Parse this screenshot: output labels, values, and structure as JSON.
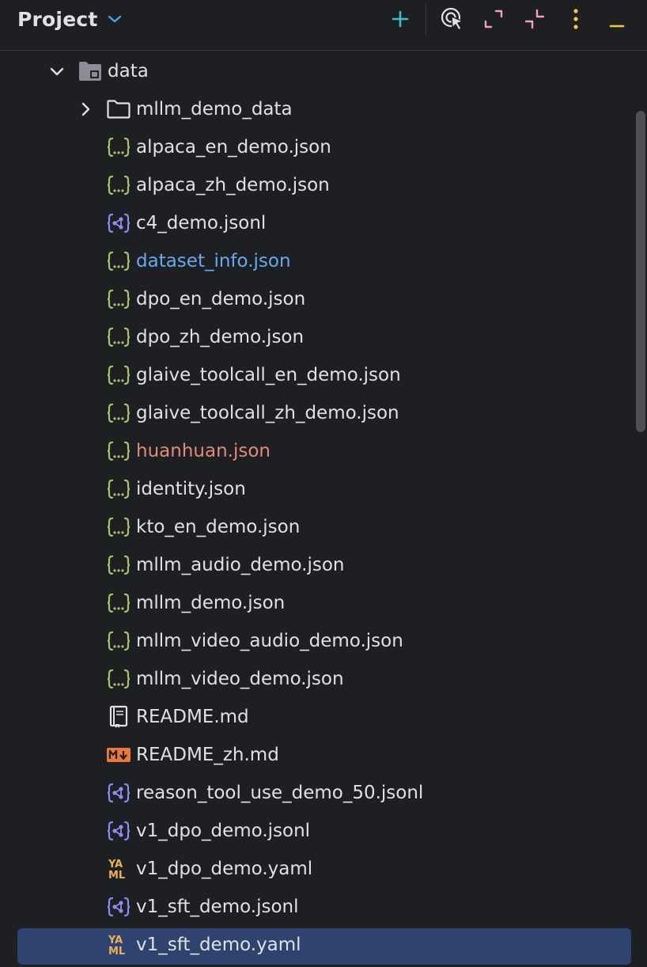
{
  "header": {
    "title": "Project",
    "icons": {
      "dropdown": "chevron-down-icon",
      "add": "plus-icon",
      "select_opened": "locate-file-icon",
      "expand_all": "expand-icon",
      "collapse_all": "collapse-icon",
      "options": "more-vertical-icon",
      "hide": "minimize-icon"
    },
    "colors": {
      "add": "#3fc1c9",
      "expand_collapse": "#f0a0c8",
      "options": "#f2c84b",
      "hide": "#f2c84b"
    }
  },
  "tree": {
    "root": {
      "label": "data",
      "expanded": true,
      "icon": "folder-data-icon"
    },
    "items": [
      {
        "label": "mllm_demo_data",
        "type": "folder",
        "expanded": false,
        "status": "normal"
      },
      {
        "label": "alpaca_en_demo.json",
        "type": "json",
        "status": "normal"
      },
      {
        "label": "alpaca_zh_demo.json",
        "type": "json",
        "status": "normal"
      },
      {
        "label": "c4_demo.jsonl",
        "type": "jsonl",
        "status": "normal"
      },
      {
        "label": "dataset_info.json",
        "type": "json",
        "status": "modified"
      },
      {
        "label": "dpo_en_demo.json",
        "type": "json",
        "status": "normal"
      },
      {
        "label": "dpo_zh_demo.json",
        "type": "json",
        "status": "normal"
      },
      {
        "label": "glaive_toolcall_en_demo.json",
        "type": "json",
        "status": "normal"
      },
      {
        "label": "glaive_toolcall_zh_demo.json",
        "type": "json",
        "status": "normal"
      },
      {
        "label": "huanhuan.json",
        "type": "json",
        "status": "untracked"
      },
      {
        "label": "identity.json",
        "type": "json",
        "status": "normal"
      },
      {
        "label": "kto_en_demo.json",
        "type": "json",
        "status": "normal"
      },
      {
        "label": "mllm_audio_demo.json",
        "type": "json",
        "status": "normal"
      },
      {
        "label": "mllm_demo.json",
        "type": "json",
        "status": "normal"
      },
      {
        "label": "mllm_video_audio_demo.json",
        "type": "json",
        "status": "normal"
      },
      {
        "label": "mllm_video_demo.json",
        "type": "json",
        "status": "normal"
      },
      {
        "label": "README.md",
        "type": "readme",
        "status": "normal"
      },
      {
        "label": "README_zh.md",
        "type": "markdown",
        "status": "normal"
      },
      {
        "label": "reason_tool_use_demo_50.jsonl",
        "type": "jsonl",
        "status": "normal"
      },
      {
        "label": "v1_dpo_demo.jsonl",
        "type": "jsonl",
        "status": "normal"
      },
      {
        "label": "v1_dpo_demo.yaml",
        "type": "yaml",
        "status": "normal"
      },
      {
        "label": "v1_sft_demo.jsonl",
        "type": "jsonl",
        "status": "normal"
      },
      {
        "label": "v1_sft_demo.yaml",
        "type": "yaml",
        "status": "normal",
        "selected": true
      }
    ]
  },
  "colors": {
    "background": "#1e1f22",
    "text": "#dfe1e5",
    "modified": "#6aa8f0",
    "untracked": "#e28a7b",
    "selection": "#2e436e",
    "json_icon": "#a8c46a",
    "jsonl_icon": "#8c8cf5",
    "markdown_icon": "#e9793a",
    "yaml_icon": "#e7b25a"
  }
}
